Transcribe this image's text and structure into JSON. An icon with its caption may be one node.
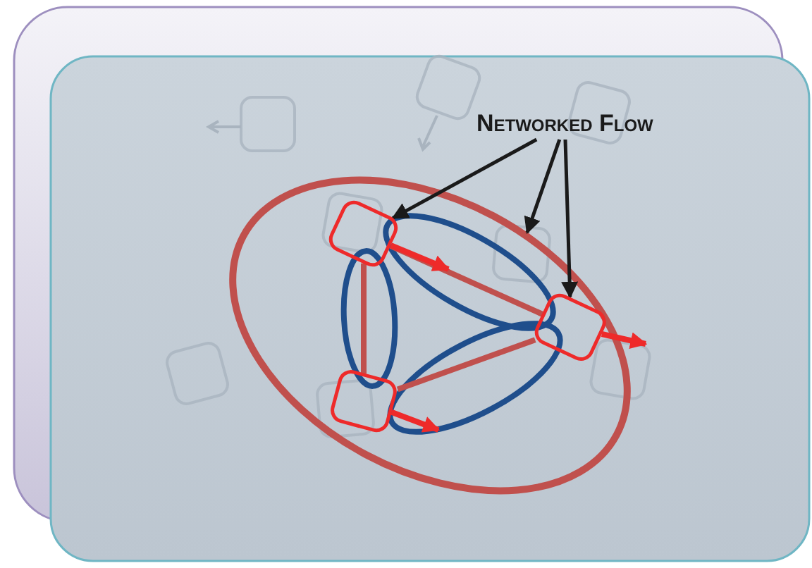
{
  "diagram": {
    "nodes": [
      {
        "text": [
          "Networked Flow"
        ]
      },
      {
        "text": [],
        "shape": "box"
      },
      {
        "text": [],
        "shape": "box"
      },
      {
        "text": [],
        "shape": "box"
      }
    ],
    "edges": [
      {
        "from": 0,
        "to": 1,
        "arrow": "to"
      },
      {
        "from": 0,
        "to": null,
        "arrow": "to"
      },
      {
        "from": 0,
        "to": 2,
        "arrow": "to"
      },
      {
        "from": 1,
        "to": 2,
        "arrow": "none",
        "color": "#c0504d"
      },
      {
        "from": 1,
        "to": 3,
        "arrow": "none",
        "color": "#c0504d"
      },
      {
        "from": 3,
        "to": 2,
        "arrow": "none",
        "color": "#c0504d"
      },
      {
        "from": 1,
        "to": null,
        "arrow": "to",
        "color": "#ee2a2a"
      },
      {
        "from": 2,
        "to": null,
        "arrow": "to",
        "color": "#ee2a2a"
      },
      {
        "from": 3,
        "to": null,
        "arrow": "to",
        "color": "#ee2a2a"
      }
    ]
  }
}
